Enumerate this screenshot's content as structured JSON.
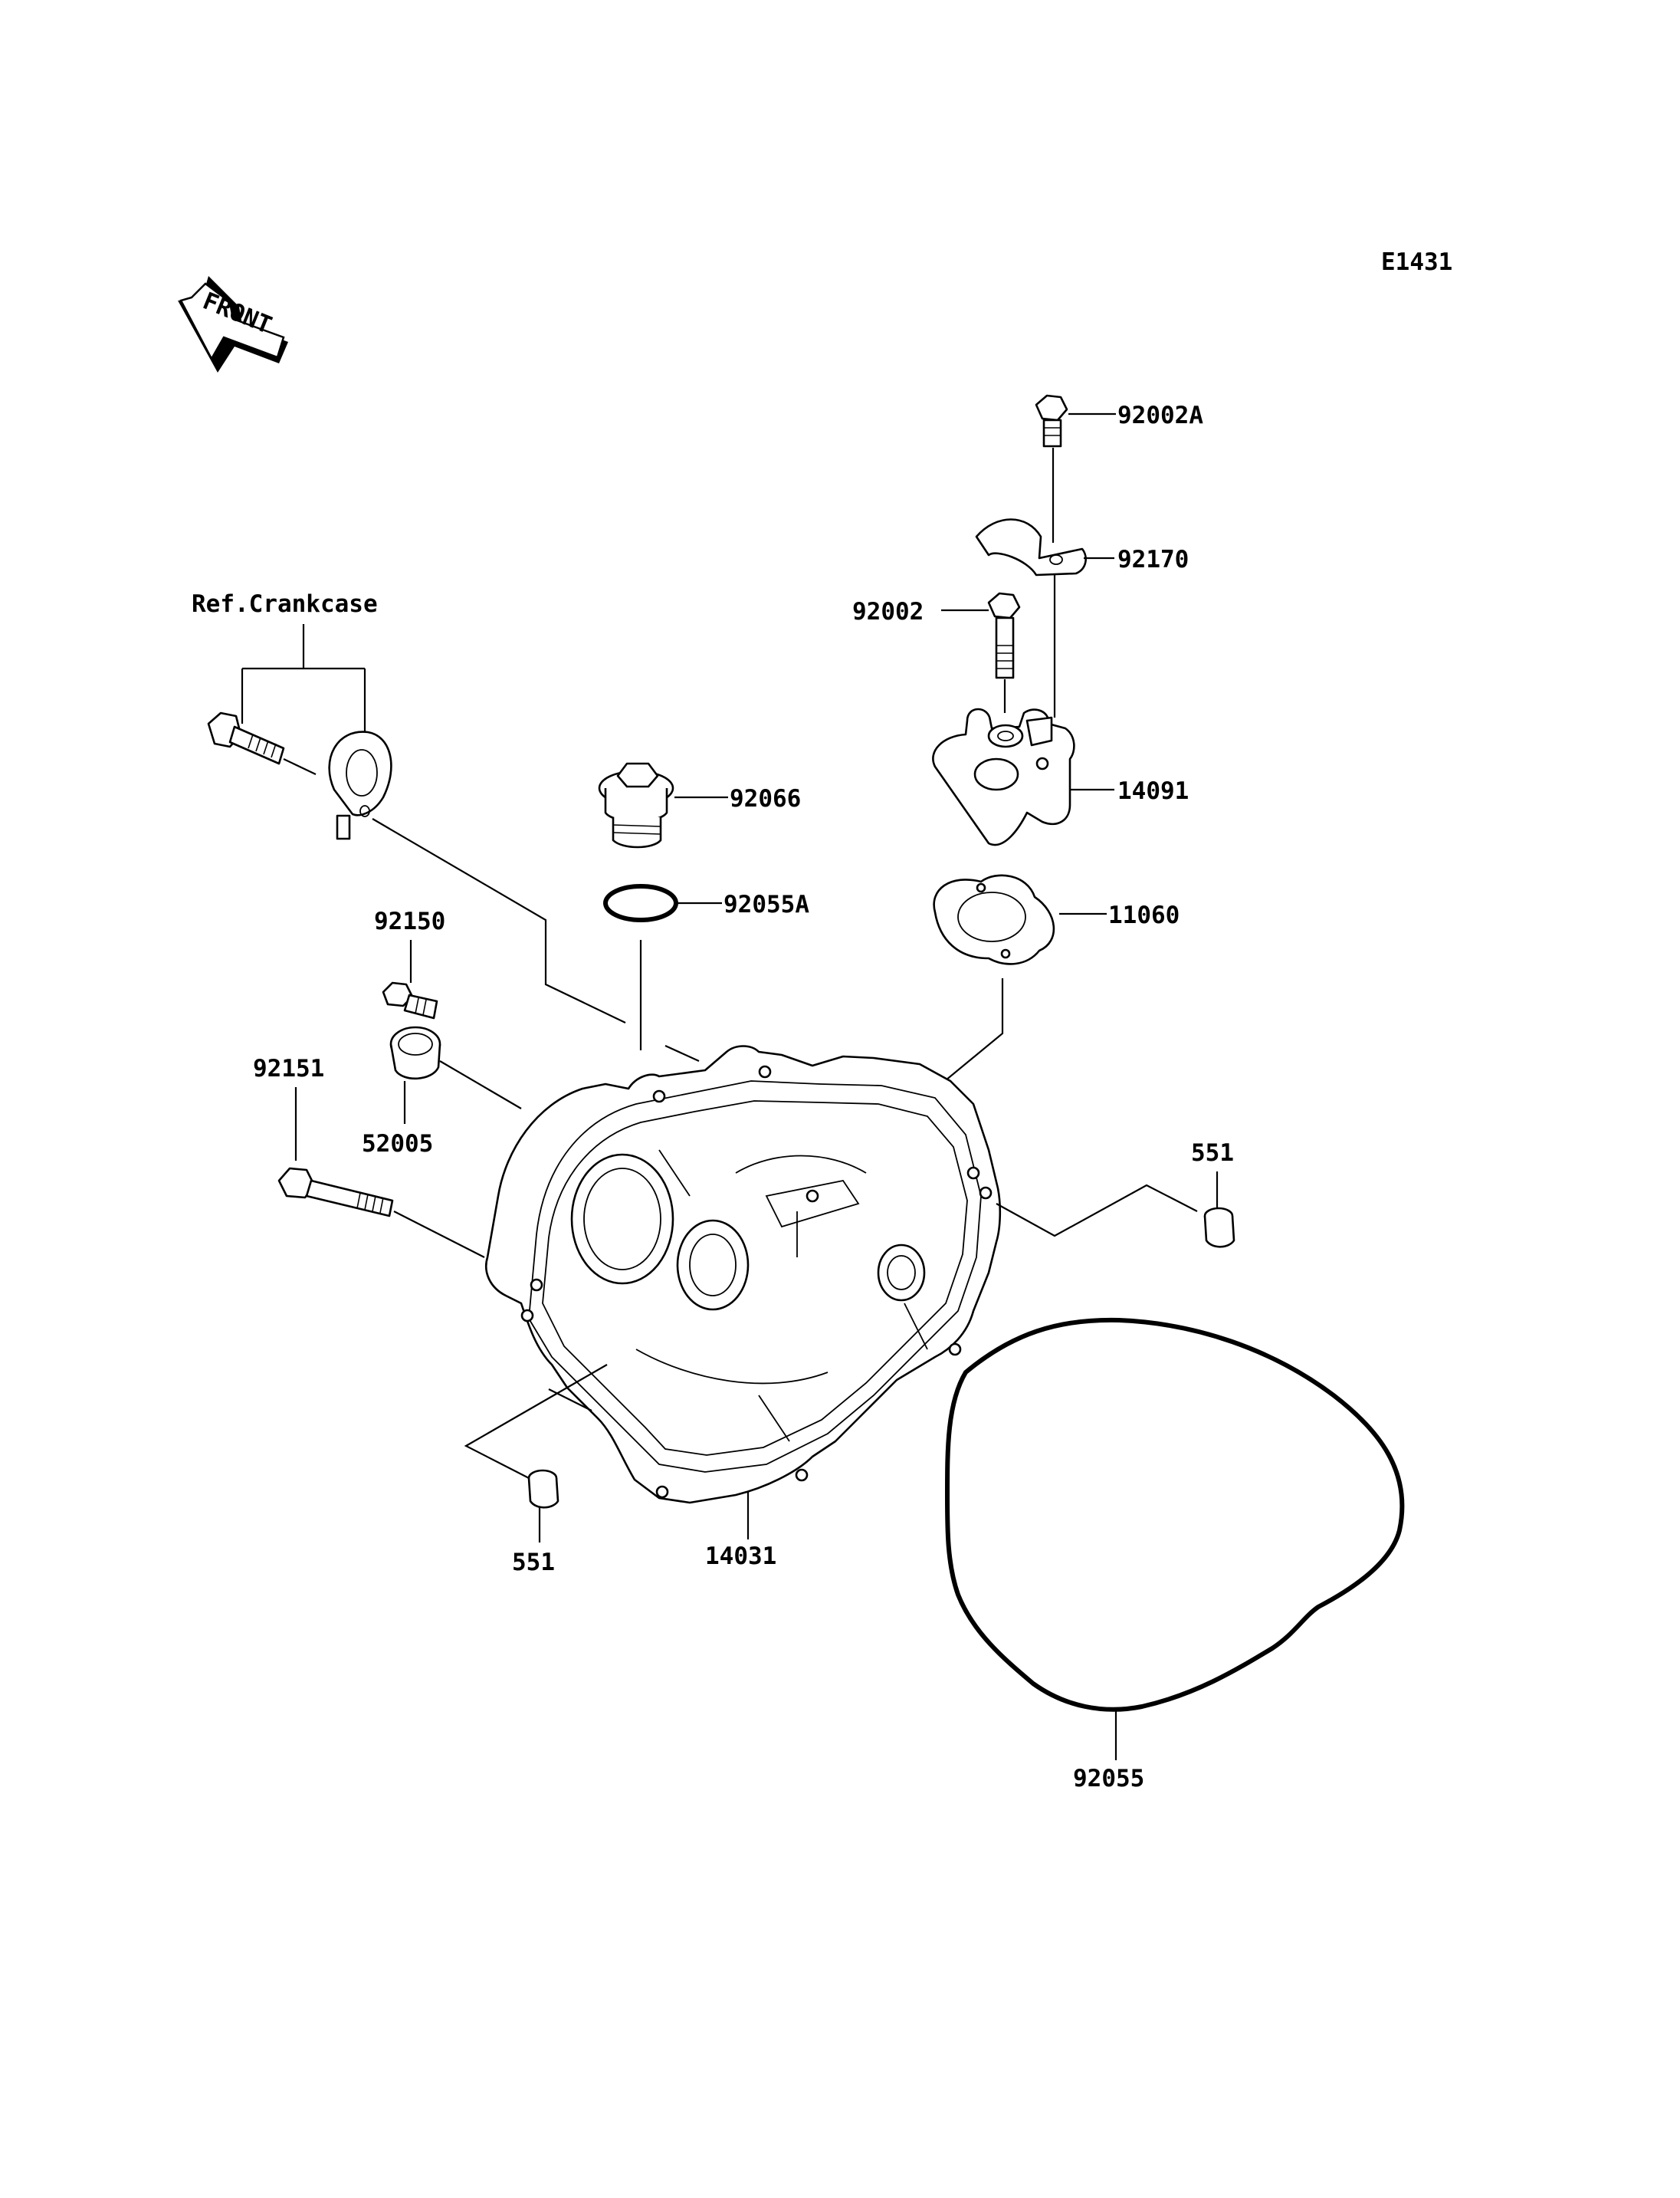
{
  "figure_code": "E1431",
  "front_label": "FRONT",
  "ref_label": "Ref.Crankcase",
  "parts": {
    "p92002A": "92002A",
    "p92170": "92170",
    "p92002": "92002",
    "p14091": "14091",
    "p92066": "92066",
    "p92055A": "92055A",
    "p11060": "11060",
    "p92150": "92150",
    "p92151": "92151",
    "p52005": "52005",
    "p551_right": "551",
    "p551_left": "551",
    "p14031": "14031",
    "p92055": "92055"
  }
}
